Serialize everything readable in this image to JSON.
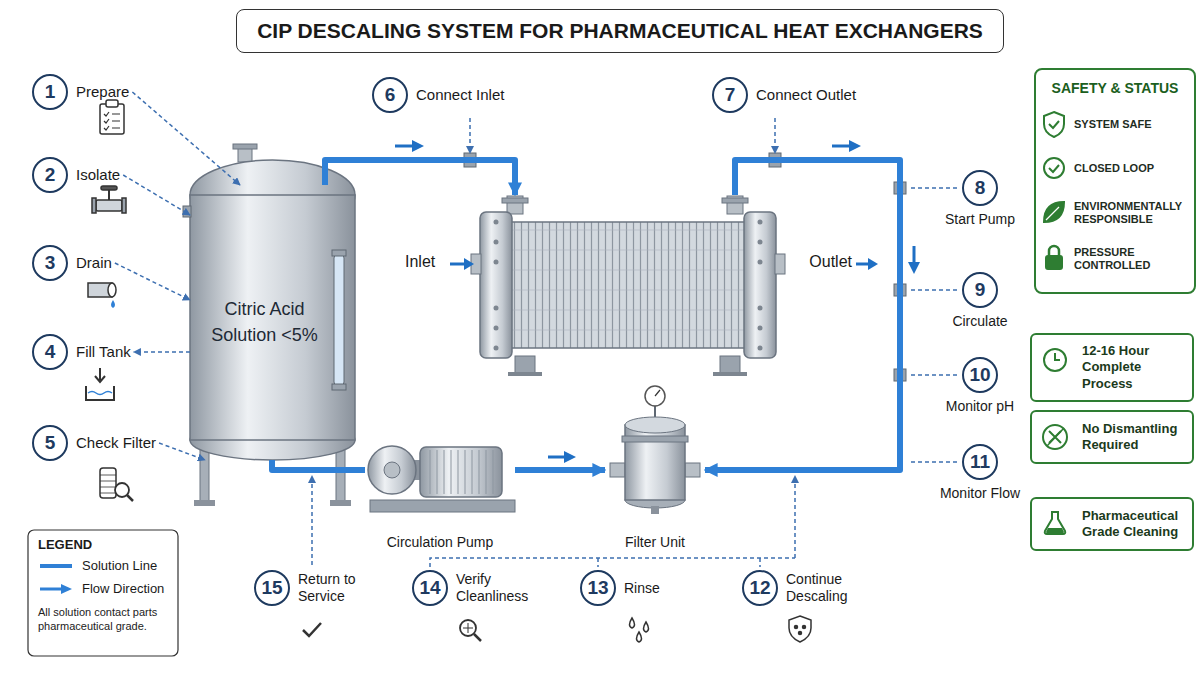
{
  "diagram": {
    "title": "CIP DESCALING SYSTEM FOR PHARMACEUTICAL HEAT EXCHANGERS",
    "nodes": [
      {
        "text": [
          "1",
          "Prepare"
        ]
      },
      {
        "text": [
          "2",
          "Isolate"
        ]
      },
      {
        "text": [
          "3",
          "Drain"
        ]
      },
      {
        "text": [
          "4",
          "Fill Tank"
        ]
      },
      {
        "text": [
          "5",
          "Check Filter"
        ]
      },
      {
        "text": [
          "Citric Acid Solution <5%"
        ]
      },
      {
        "text": [
          "6",
          "Connect Inlet"
        ]
      },
      {
        "text": [
          "7",
          "Connect Outlet"
        ]
      },
      {
        "text": [
          "Inlet",
          "Outlet"
        ]
      },
      {
        "text": [
          "8",
          "Start Pump"
        ]
      },
      {
        "text": [
          "9",
          "Circulate"
        ]
      },
      {
        "text": [
          "10",
          "Monitor pH"
        ]
      },
      {
        "text": [
          "11",
          "Monitor Flow"
        ]
      },
      {
        "text": [
          "Circulation Pump"
        ]
      },
      {
        "text": [
          "Filter Unit"
        ]
      },
      {
        "text": [
          "15",
          "Return to Service"
        ]
      },
      {
        "text": [
          "14",
          "Verify Cleanliness"
        ]
      },
      {
        "text": [
          "13",
          "Rinse"
        ]
      },
      {
        "text": [
          "12",
          "Continue Descaling"
        ]
      },
      {
        "text": [
          "SAFETY & STATUS",
          "SYSTEM SAFE",
          "CLOSED LOOP",
          "ENVIRONMENTALLY RESPONSIBLE",
          "PRESSURE CONTROLLED"
        ]
      },
      {
        "text": [
          "12-16 Hour Complete Process"
        ]
      },
      {
        "text": [
          "No Dismantling Required"
        ]
      },
      {
        "text": [
          "Pharmaceutical Grade Cleaning"
        ]
      }
    ],
    "edges": [
      {
        "from": 0,
        "to": 5,
        "arrow": "to"
      },
      {
        "from": 1,
        "to": 5,
        "arrow": "to"
      },
      {
        "from": 2,
        "to": 5,
        "arrow": "to"
      },
      {
        "from": 5,
        "to": 3,
        "arrow": "to"
      },
      {
        "from": 4,
        "to": 5,
        "arrow": "to"
      },
      {
        "from": 5,
        "to": 8,
        "arrow": "to"
      },
      {
        "from": 8,
        "to": 14,
        "arrow": "to"
      },
      {
        "from": 5,
        "to": 13,
        "arrow": "none"
      },
      {
        "from": 13,
        "to": 14,
        "arrow": "to"
      }
    ],
    "labels": [
      "LEGEND",
      "All solution contact parts pharmaceutical grade."
    ],
    "legend": [
      {
        "text": "Solution Line"
      },
      {
        "text": "Flow Direction"
      }
    ]
  }
}
